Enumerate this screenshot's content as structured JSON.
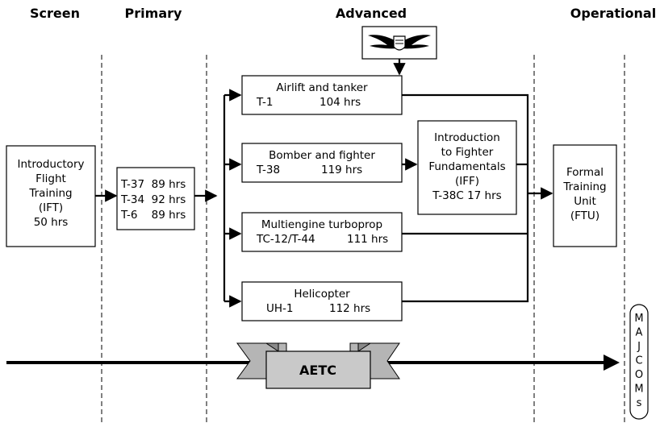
{
  "headers": {
    "screen": "Screen",
    "primary": "Primary",
    "advanced": "Advanced",
    "operational": "Operational"
  },
  "ift": {
    "line1": "Introductory",
    "line2": "Flight",
    "line3": "Training",
    "line4": "(IFT)",
    "line5": "50 hrs"
  },
  "primary_box": {
    "line1": "T-37  89 hrs",
    "line2": "T-34  92 hrs",
    "line3": "T-6    89 hrs"
  },
  "tracks": {
    "airlift": {
      "name": "Airlift and tanker",
      "aircraft": "T-1",
      "hours": "104 hrs"
    },
    "bomber": {
      "name": "Bomber and fighter",
      "aircraft": "T-38",
      "hours": "119 hrs"
    },
    "multi": {
      "name": "Multiengine turboprop",
      "aircraft": "TC-12/T-44",
      "hours": "111 hrs"
    },
    "heli": {
      "name": "Helicopter",
      "aircraft": "UH-1",
      "hours": "112 hrs"
    }
  },
  "iff": {
    "line1": "Introduction",
    "line2": "to Fighter",
    "line3": "Fundamentals",
    "line4": "(IFF)",
    "line5": "T-38C 17 hrs"
  },
  "ftu": {
    "line1": "Formal",
    "line2": "Training",
    "line3": "Unit",
    "line4": "(FTU)"
  },
  "banner": {
    "label": "AETC"
  },
  "majcoms": {
    "letters": [
      "M",
      "A",
      "J",
      "C",
      "O",
      "M",
      "s"
    ]
  },
  "colors": {
    "banner_fill": "#c9c9c9",
    "banner_dark": "#9a9a9a",
    "line": "#000000"
  },
  "icons": {
    "wings": "pilot-wings-badge-icon"
  }
}
